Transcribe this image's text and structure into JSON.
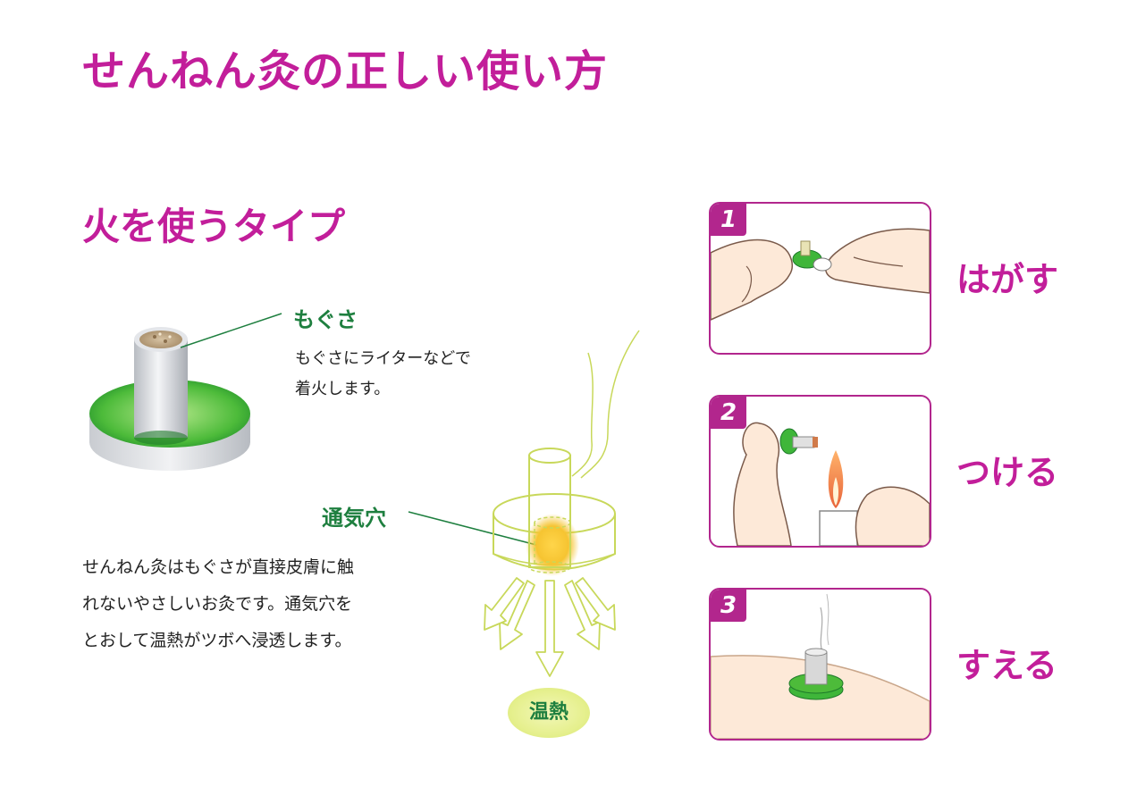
{
  "title": "せんねん灸の正しい使い方",
  "subtitle": "火を使うタイプ",
  "mogusa": {
    "label": "もぐさ",
    "desc_line1": "もぐさにライターなどで",
    "desc_line2": "着火します。"
  },
  "vent": {
    "label": "通気穴"
  },
  "description": {
    "line1": "せんねん灸はもぐさが直接皮膚に触",
    "line2": "れないやさしいお灸です。通気穴を",
    "line3": "とおして温熱がツボへ浸透します。"
  },
  "heat_label": "温熱",
  "steps": [
    {
      "number": "1",
      "label": "はがす"
    },
    {
      "number": "2",
      "label": "つける"
    },
    {
      "number": "3",
      "label": "すえる"
    }
  ],
  "colors": {
    "accent_magenta": "#c21e9a",
    "step_border": "#b2268d",
    "label_green": "#1e7f3f",
    "base_green": "#3fb63a",
    "diagram_line": "#c8d85a"
  }
}
